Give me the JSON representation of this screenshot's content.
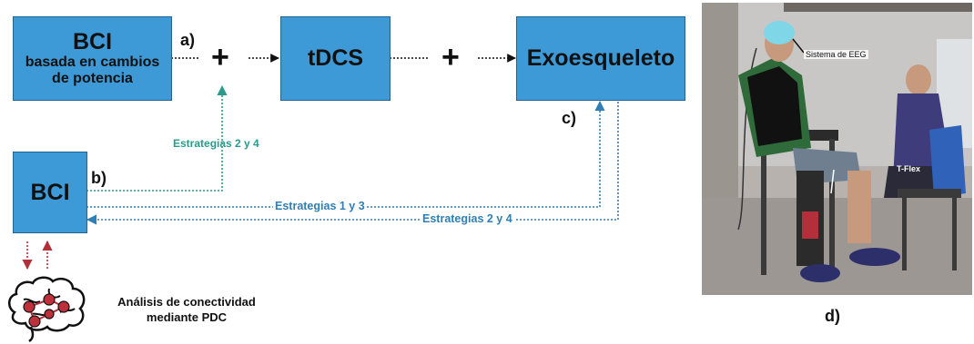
{
  "boxes": {
    "bci_power_title": "BCI",
    "bci_power_sub1": "basada en cambios",
    "bci_power_sub2": "de potencia",
    "tdcs": "tDCS",
    "exo": "Exoesqueleto",
    "bci": "BCI"
  },
  "labels": {
    "a": "a)",
    "b": "b)",
    "c": "c)",
    "d": "d)",
    "plus": "+"
  },
  "strategies": {
    "teal": "Estrategias 2 y 4",
    "s13": "Estrategias 1 y 3",
    "s24": "Estrategias 2 y 4"
  },
  "connectivity": {
    "line1": "Análisis de conectividad",
    "line2": "mediante PDC"
  },
  "photo": {
    "eeg": "Sistema de EEG",
    "tflex": "T-Flex"
  },
  "colors": {
    "box": "#3d9ad6",
    "teal": "#2a9a8c",
    "blue": "#2f7fb4",
    "red": "#b3303a"
  }
}
